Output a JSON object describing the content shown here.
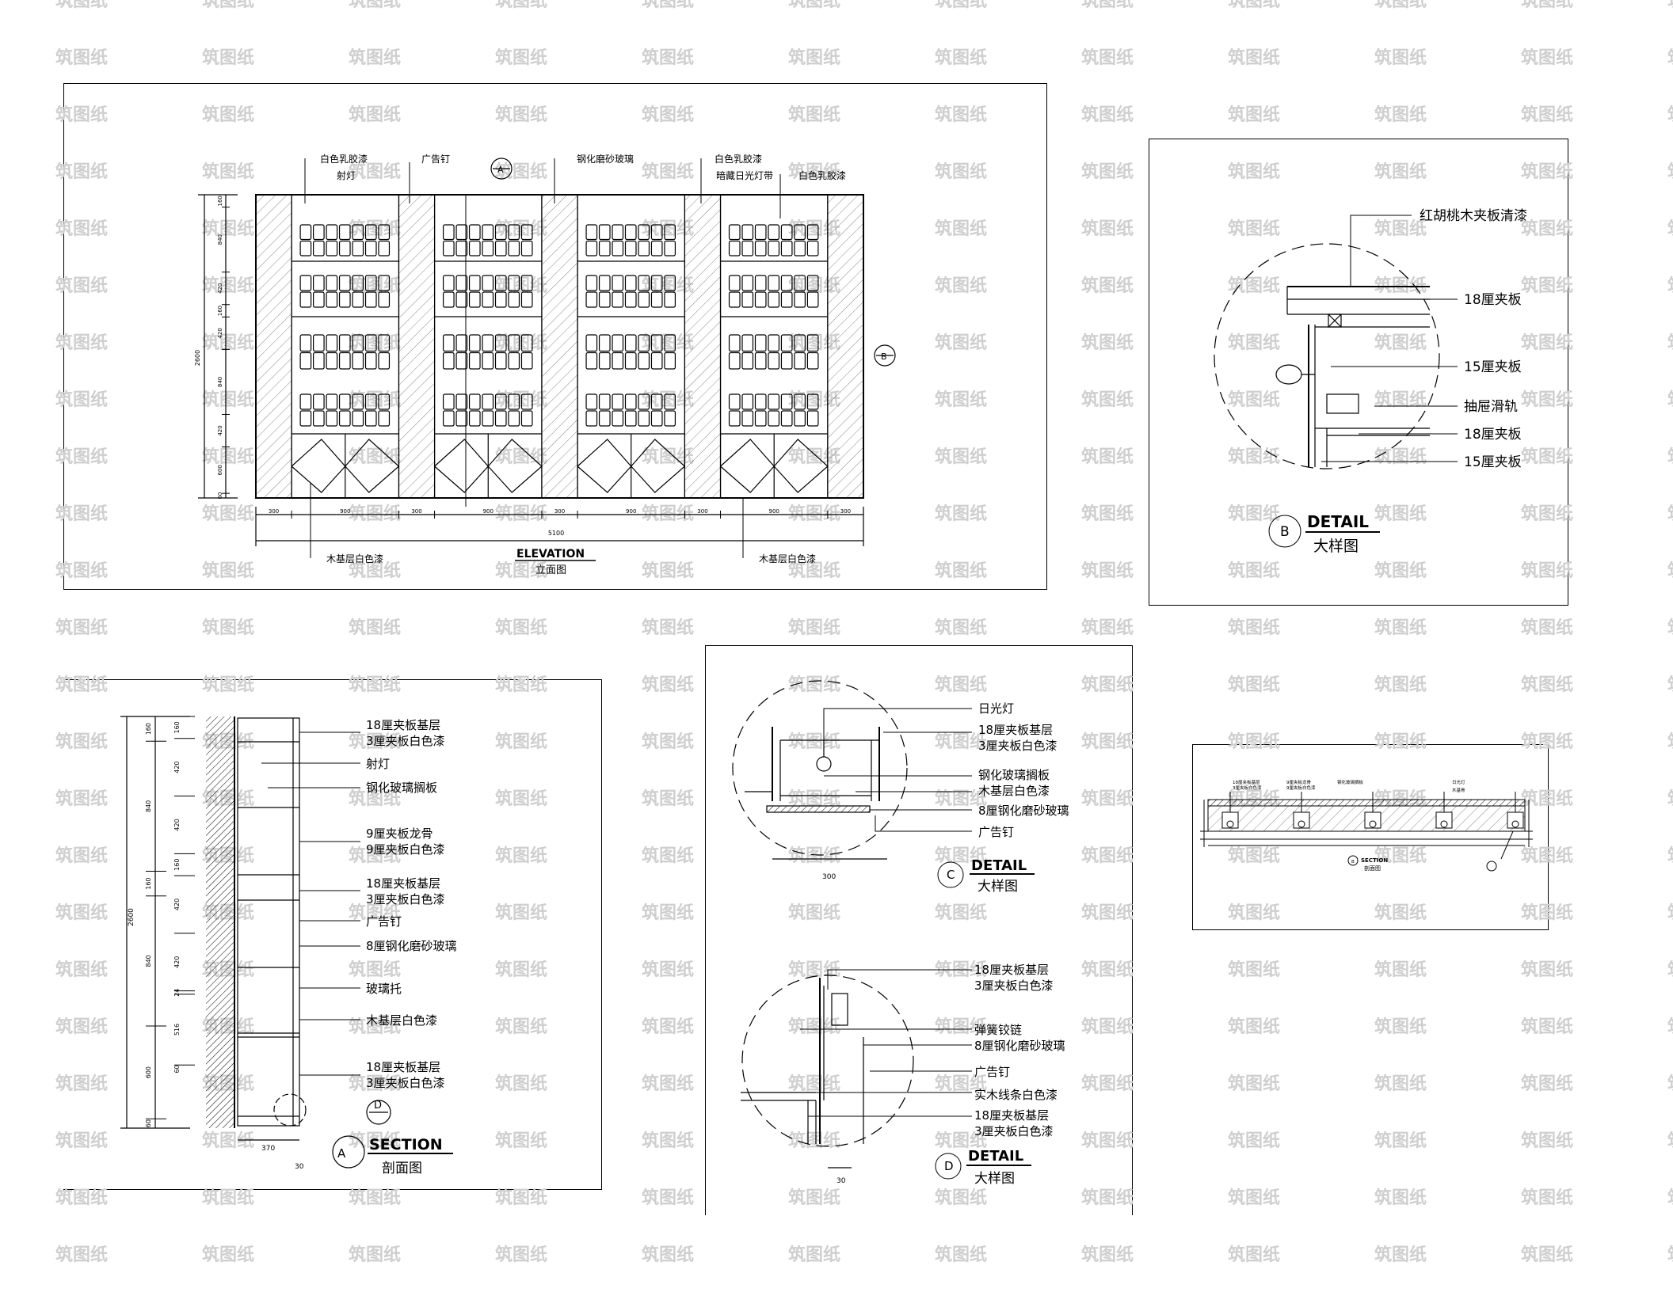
{
  "watermark": "筑图纸",
  "elevation": {
    "title": "ELEVATION",
    "subtitle": "立面图",
    "labels_top": [
      "白色乳胶漆",
      "射灯",
      "广告钉",
      "钢化磨砂玻璃",
      "白色乳胶漆",
      "暗藏日光灯带",
      "白色乳胶漆"
    ],
    "labels_bottom": [
      "木基层白色漆",
      "木基层白色漆"
    ],
    "marker_a": "A",
    "marker_b": "B",
    "dims_bottom": [
      "300",
      "900",
      "300",
      "900",
      "300",
      "900",
      "300",
      "900",
      "300"
    ],
    "dim_total": "5100",
    "dims_left": [
      "160",
      "840",
      "420",
      "160",
      "420",
      "840",
      "420",
      "600",
      "60"
    ],
    "dim_left_total": "2600"
  },
  "detail_b": {
    "labels": [
      "红胡桃木夹板清漆",
      "18厘夹板",
      "15厘夹板",
      "抽屉滑轨",
      "18厘夹板",
      "15厘夹板"
    ],
    "marker": "B",
    "title": "DETAIL",
    "subtitle": "大样图"
  },
  "section_a": {
    "labels": [
      "18厘夹板基层",
      "3厘夹板白色漆",
      "射灯",
      "钢化玻璃搁板",
      "9厘夹板龙骨",
      "9厘夹板白色漆",
      "18厘夹板基层",
      "3厘夹板白色漆",
      "广告钉",
      "8厘钢化磨砂玻璃",
      "玻璃托",
      "木基层白色漆",
      "18厘夹板基层",
      "3厘夹板白色漆"
    ],
    "dims_outer": [
      "160",
      "840",
      "160",
      "840",
      "600",
      "60"
    ],
    "dims_inner": [
      "160",
      "420",
      "420",
      "160",
      "420",
      "420",
      "24",
      "516",
      "60"
    ],
    "dim_total": "2600",
    "dim_width": "370",
    "dim_30": "30",
    "marker_d": "D",
    "marker": "A",
    "title": "SECTION",
    "subtitle": "剖面图"
  },
  "detail_c": {
    "labels": [
      "日光灯",
      "18厘夹板基层",
      "3厘夹板白色漆",
      "钢化玻璃搁板",
      "木基层白色漆",
      "8厘钢化磨砂玻璃",
      "广告钉"
    ],
    "dim": "300",
    "marker": "C",
    "title": "DETAIL",
    "subtitle": "大样图"
  },
  "detail_d": {
    "labels": [
      "18厘夹板基层",
      "3厘夹板白色漆",
      "弹簧铰链",
      "8厘钢化磨砂玻璃",
      "广告钉",
      "实木线条白色漆",
      "18厘夹板基层",
      "3厘夹板白色漆"
    ],
    "dim": "30",
    "marker": "D",
    "title": "DETAIL",
    "subtitle": "大样图"
  },
  "plan_section": {
    "labels": [
      "18厘夹板基层",
      "3厘夹板白色漆",
      "9厘夹板龙骨",
      "9厘夹板白色漆",
      "钢化玻璃搁板",
      "日光灯",
      "木基骨"
    ],
    "marker": "B",
    "title": "SECTION",
    "subtitle": "剖面图"
  }
}
